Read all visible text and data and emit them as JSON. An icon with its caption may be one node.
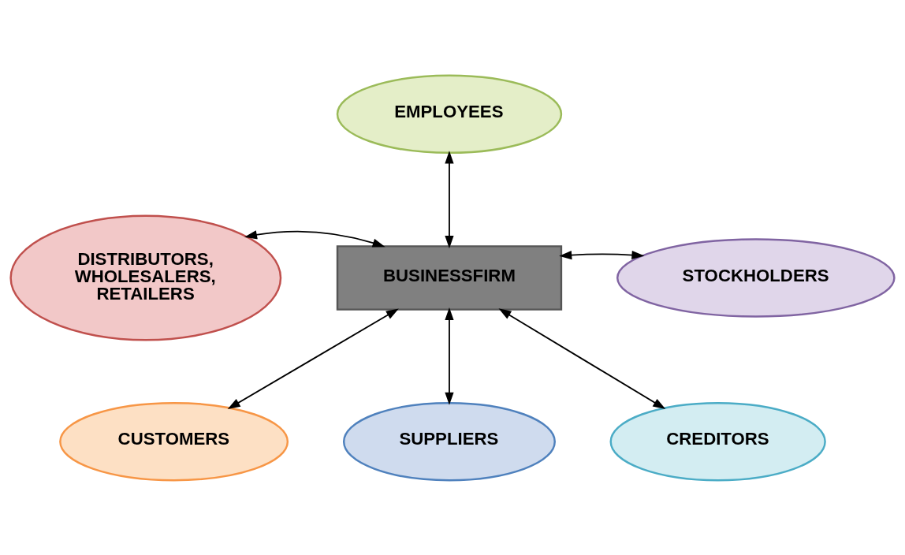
{
  "diagram": {
    "nodes": [
      {
        "text": [
          "EMPLOYEES"
        ]
      },
      {
        "text": [
          "DISTRIBUTORS, WHOLESALERS, RETAILERS"
        ]
      },
      {
        "text": [
          "STOCKHOLDERS"
        ]
      },
      {
        "text": [
          "BUSINESSFIRM"
        ]
      },
      {
        "text": [
          "CUSTOMERS"
        ]
      },
      {
        "text": [
          "CREDITORS"
        ]
      },
      {
        "text": [
          "SUPPLIERS"
        ]
      }
    ],
    "edges": [
      {
        "from": 3,
        "to": 0,
        "arrow": "both"
      },
      {
        "from": 3,
        "to": 1,
        "arrow": "both"
      },
      {
        "from": 3,
        "to": 2,
        "arrow": "both"
      },
      {
        "from": 3,
        "to": 4,
        "arrow": "both"
      },
      {
        "from": 3,
        "to": 6,
        "arrow": "both"
      },
      {
        "from": 3,
        "to": 5,
        "arrow": "both"
      }
    ]
  }
}
